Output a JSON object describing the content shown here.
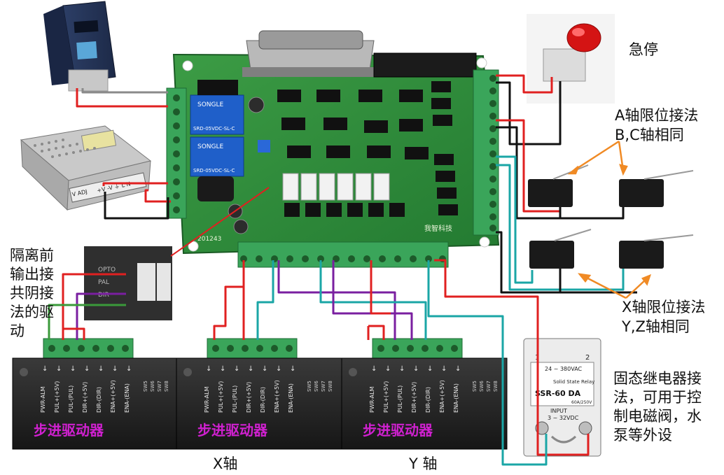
{
  "labels": {
    "estop": "急停",
    "a_axis_line1": "A轴限位接法",
    "a_axis_line2": "B,C轴相同",
    "x_axis_line1": "X轴限位接法",
    "x_axis_line2": "Y,Z轴相同",
    "isolation_lines": [
      "隔离前",
      "输出接",
      "共阴接",
      "法的驱",
      "动"
    ],
    "ssr_lines": [
      "固态继电器接",
      "法，可用于控",
      "制电磁阀，水",
      "泵等外设"
    ],
    "x_axis_caption": "X轴",
    "y_axis_caption": "Y 轴"
  },
  "driver": {
    "title": "步进驱动器",
    "pins": [
      "PWR-ALM",
      "PUL+(+5V)",
      "PUL-(PUL)",
      "DIR+(+5V)",
      "DIR-(DIR)",
      "ENA+(+5V)",
      "ENA-(ENA)"
    ],
    "sw_labels": [
      "SW5",
      "SW6",
      "SW7",
      "SW8"
    ]
  },
  "ssr": {
    "brand": "Solid State Relay",
    "model": "SSR-60 DA",
    "ac_range": "24 ~ 380VAC",
    "rating": "60A/250V",
    "input_label": "INPUT",
    "dc_range": "3 ~ 32VDC",
    "term1": "1",
    "term2": "2"
  },
  "board": {
    "serial": "201243",
    "relay_text": "SRD-05VDC-SL-C",
    "relay_brand": "SONGLE",
    "maker": "我智科技"
  },
  "power_supply": {
    "adj_label": "V ADJ",
    "terminals": "+V -V ⏚ L N"
  },
  "colors": {
    "wire_red": "#e02020",
    "wire_purple": "#7a1fa0",
    "wire_teal": "#1aa6a6",
    "wire_black": "#111111",
    "wire_gray": "#8a8a8a",
    "pointer_orange": "#f08a24",
    "board_green": "#2f8f3a",
    "terminal_green": "#3aa55a",
    "driver_title": "#d020d0"
  }
}
